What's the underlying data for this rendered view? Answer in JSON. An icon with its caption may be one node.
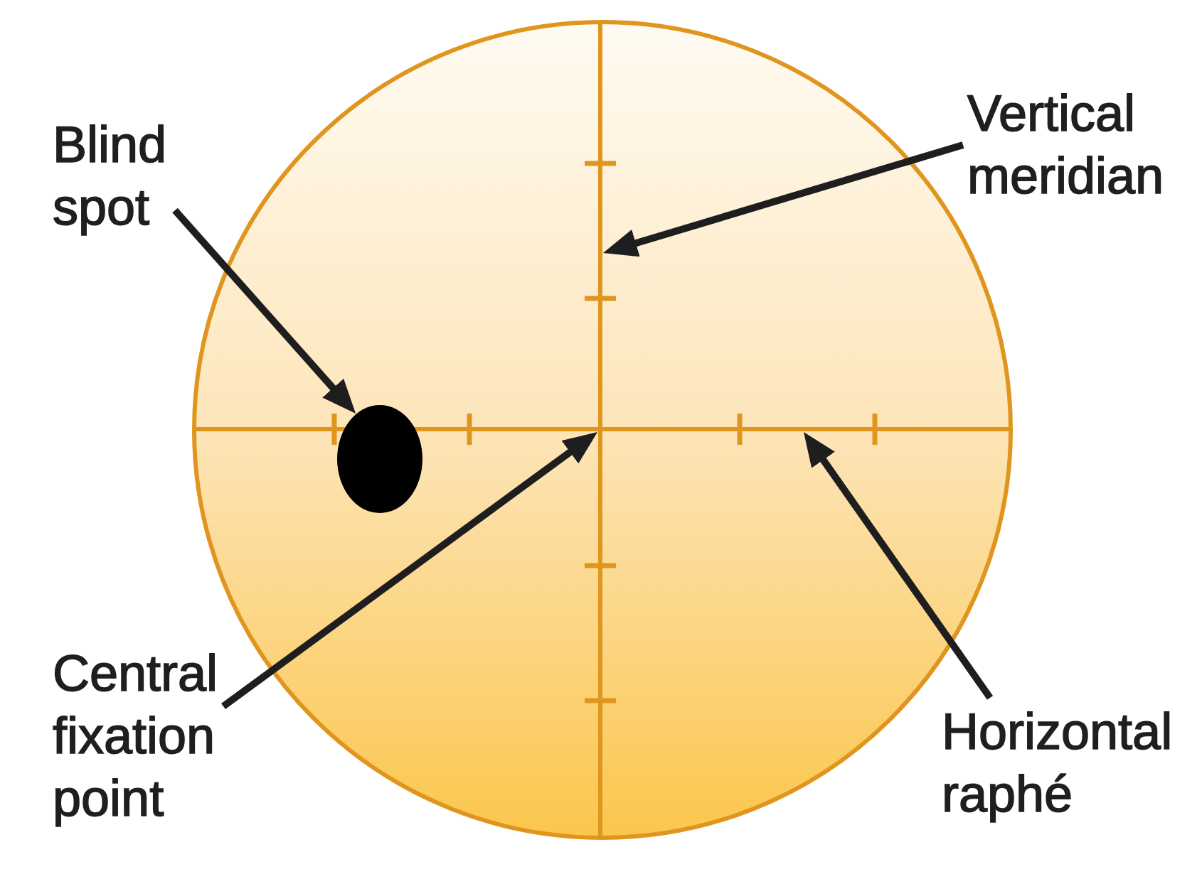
{
  "diagram": {
    "nodes": [
      {
        "text": [
          "Blind spot"
        ]
      },
      {
        "text": [
          "Vertical meridian"
        ]
      },
      {
        "text": [],
        "shape": "line"
      },
      {
        "text": [],
        "shape": "circle"
      },
      {
        "text": [],
        "shape": "line"
      },
      {
        "text": [
          "Central fixation point"
        ]
      },
      {
        "text": [
          "Horizontal raphé"
        ]
      }
    ],
    "edges": [
      {
        "from": 0,
        "to": 3,
        "arrow": "to"
      },
      {
        "from": 1,
        "to": 2,
        "arrow": "to"
      },
      {
        "from": 5,
        "to": 2,
        "arrow": "to"
      },
      {
        "from": 6,
        "to": 4,
        "arrow": "to"
      }
    ]
  }
}
